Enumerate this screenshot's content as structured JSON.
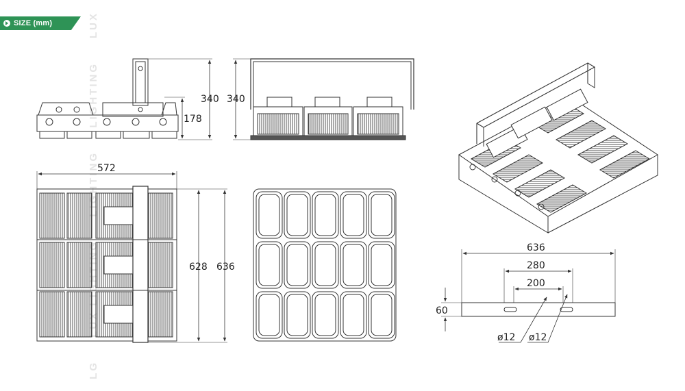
{
  "header": {
    "section_label": "SIZE (mm)",
    "icon": "play-circle-icon"
  },
  "watermark": [
    "LUX",
    "LIGHTING",
    "LIGHTING",
    "LUX LIGHTING",
    "LG"
  ],
  "dimensions": {
    "side_height_total": "340",
    "side_height_body": "178",
    "front_height": "340",
    "top_width": "572",
    "top_height_inner": "628",
    "top_height_outer": "636",
    "bracket_length": "636",
    "bracket_hole_spacing_outer": "280",
    "bracket_hole_spacing_inner": "200",
    "bracket_width": "60",
    "hole_diameter_1": "ø12",
    "hole_diameter_2": "ø12"
  },
  "colors": {
    "accent": "#2e9356",
    "line": "#333333"
  }
}
